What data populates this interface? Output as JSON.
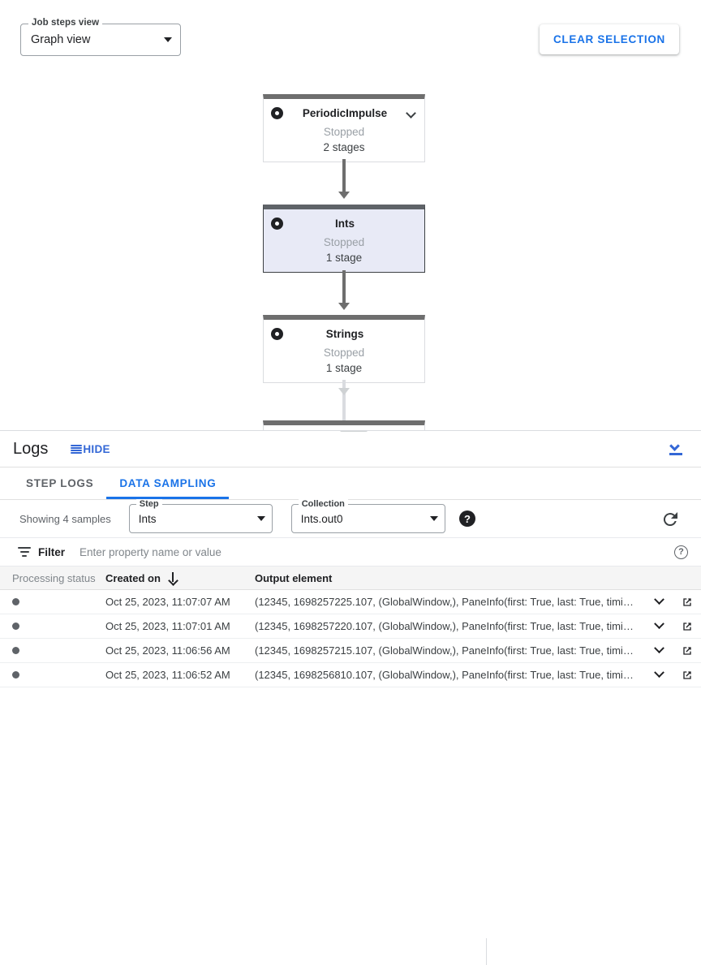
{
  "toolbar": {
    "job_steps_view": {
      "label": "Job steps view",
      "value": "Graph view"
    },
    "clear_selection_label": "CLEAR SELECTION"
  },
  "graph": {
    "nodes": [
      {
        "name": "PeriodicImpulse",
        "status": "Stopped",
        "stages": "2 stages",
        "selected": false,
        "has_chevron": true
      },
      {
        "name": "Ints",
        "status": "Stopped",
        "stages": "1 stage",
        "selected": true,
        "has_chevron": false
      },
      {
        "name": "Strings",
        "status": "Stopped",
        "stages": "1 stage",
        "selected": false,
        "has_chevron": false
      }
    ]
  },
  "logs": {
    "title": "Logs",
    "hide_label": "HIDE",
    "tabs": [
      {
        "label": "STEP LOGS",
        "active": false
      },
      {
        "label": "DATA SAMPLING",
        "active": true
      }
    ]
  },
  "sampling": {
    "showing_text": "Showing 4 samples",
    "step": {
      "label": "Step",
      "value": "Ints"
    },
    "collection": {
      "label": "Collection",
      "value": "Ints.out0"
    },
    "help_glyph": "?",
    "refresh_icon": "refresh-icon"
  },
  "filter": {
    "label": "Filter",
    "placeholder": "Enter property name or value",
    "value": "",
    "help_glyph": "?"
  },
  "table": {
    "columns": [
      "Processing status",
      "Created on",
      "Output element"
    ],
    "sorted_column": "Created on",
    "sort_direction": "descending",
    "rows": [
      {
        "status_icon": "status-dot",
        "created_on": "Oct 25, 2023, 11:07:07 AM",
        "output_element": "(12345, 1698257225.107, (GlobalWindow,), PaneInfo(first: True, last: True, timing…"
      },
      {
        "status_icon": "status-dot",
        "created_on": "Oct 25, 2023, 11:07:01 AM",
        "output_element": "(12345, 1698257220.107, (GlobalWindow,), PaneInfo(first: True, last: True, timing…"
      },
      {
        "status_icon": "status-dot",
        "created_on": "Oct 25, 2023, 11:06:56 AM",
        "output_element": "(12345, 1698257215.107, (GlobalWindow,), PaneInfo(first: True, last: True, timing…"
      },
      {
        "status_icon": "status-dot",
        "created_on": "Oct 25, 2023, 11:06:52 AM",
        "output_element": "(12345, 1698256810.107, (GlobalWindow,), PaneInfo(first: True, last: True, timing…"
      }
    ]
  },
  "colors": {
    "accent_blue": "#1a73e8",
    "link_blue": "#3367d6",
    "selected_node_fill": "#e8eaf6",
    "node_bar_gray": "#6e6e6e",
    "muted_text": "#9aa0a6"
  }
}
